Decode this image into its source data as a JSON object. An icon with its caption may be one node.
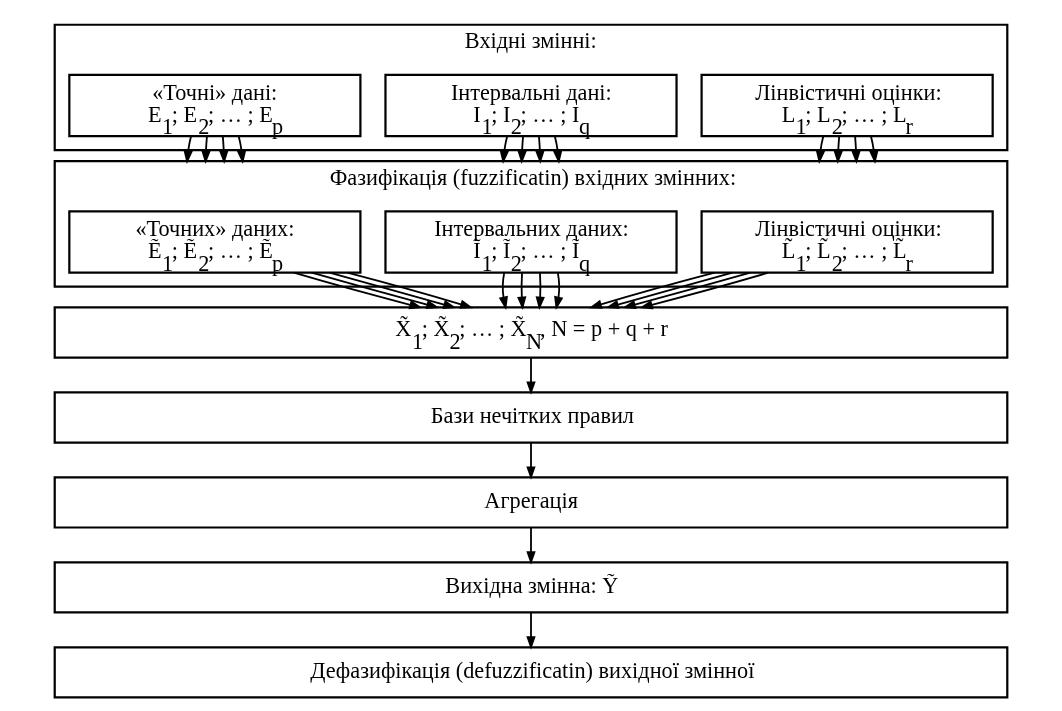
{
  "diagram": {
    "nodes": [
      {
        "text": [
          "Вхідні змінні:"
        ]
      },
      {
        "text": [
          "«Точні» дані:",
          "E$_{1}$; E$_{2}$; … ; E$_{p}$"
        ],
        "in": 0
      },
      {
        "text": [
          "Інтервальні дані:",
          "I$_{1}$; I$_{2}$; … ; I$_{q}$"
        ],
        "in": 0
      },
      {
        "text": [
          "Лінвістичні оцінки:",
          "L$_{1}$; L$_{2}$; … ; L$_{r}$"
        ],
        "in": 0
      },
      {
        "text": [
          "Фазифікація (fuzzificatin) вхідних змінних:"
        ]
      },
      {
        "text": [
          "«Точних» даних:",
          "Ẽ$_{1}$; Ẽ$_{2}$; … ; Ẽ$_{p}$"
        ],
        "in": 4
      },
      {
        "text": [
          "Інтервальних даних:",
          "Ĩ$_{1}$; Ĩ$_{2}$; … ; Ĩ$_{q}$"
        ],
        "in": 4
      },
      {
        "text": [
          "Лінвістичні оцінки:",
          "L̃$_{1}$; L̃$_{2}$; … ; L̃$_{r}$"
        ],
        "in": 4
      },
      {
        "text": [
          "X̃$_{1}$; X̃$_{2}$; … ; X̃$_{N}$, N = p + q + r"
        ]
      },
      {
        "text": [
          "Бази нечітких правил"
        ]
      },
      {
        "text": [
          "Агрегація"
        ]
      },
      {
        "text": [
          "Вихідна змінна: Ỹ"
        ]
      },
      {
        "text": [
          "Дефазифікація (defuzzificatin) вихідної змінної"
        ]
      }
    ],
    "edges": [
      {
        "from": 1,
        "to": 4,
        "arrow": "to"
      },
      {
        "from": 1,
        "to": 4,
        "arrow": "to"
      },
      {
        "from": 1,
        "to": 4,
        "arrow": "to"
      },
      {
        "from": 1,
        "to": 4,
        "arrow": "to"
      },
      {
        "from": 2,
        "to": 4,
        "arrow": "to"
      },
      {
        "from": 2,
        "to": 4,
        "arrow": "to"
      },
      {
        "from": 2,
        "to": 4,
        "arrow": "to"
      },
      {
        "from": 2,
        "to": 4,
        "arrow": "to"
      },
      {
        "from": 3,
        "to": 4,
        "arrow": "to"
      },
      {
        "from": 3,
        "to": 4,
        "arrow": "to"
      },
      {
        "from": 3,
        "to": 4,
        "arrow": "to"
      },
      {
        "from": 3,
        "to": 4,
        "arrow": "to"
      },
      {
        "from": 5,
        "to": 8,
        "arrow": "to"
      },
      {
        "from": 5,
        "to": 8,
        "arrow": "to"
      },
      {
        "from": 5,
        "to": 8,
        "arrow": "to"
      },
      {
        "from": 5,
        "to": 8,
        "arrow": "to"
      },
      {
        "from": 6,
        "to": 8,
        "arrow": "to"
      },
      {
        "from": 6,
        "to": 8,
        "arrow": "to"
      },
      {
        "from": 6,
        "to": 8,
        "arrow": "to"
      },
      {
        "from": 6,
        "to": 8,
        "arrow": "to"
      },
      {
        "from": 7,
        "to": 8,
        "arrow": "to"
      },
      {
        "from": 7,
        "to": 8,
        "arrow": "to"
      },
      {
        "from": 7,
        "to": 8,
        "arrow": "to"
      },
      {
        "from": 7,
        "to": 8,
        "arrow": "to"
      },
      {
        "from": 8,
        "to": 9,
        "arrow": "to"
      },
      {
        "from": 9,
        "to": 10,
        "arrow": "to"
      },
      {
        "from": 10,
        "to": 11,
        "arrow": "to"
      },
      {
        "from": 11,
        "to": 12,
        "arrow": "to"
      }
    ]
  }
}
